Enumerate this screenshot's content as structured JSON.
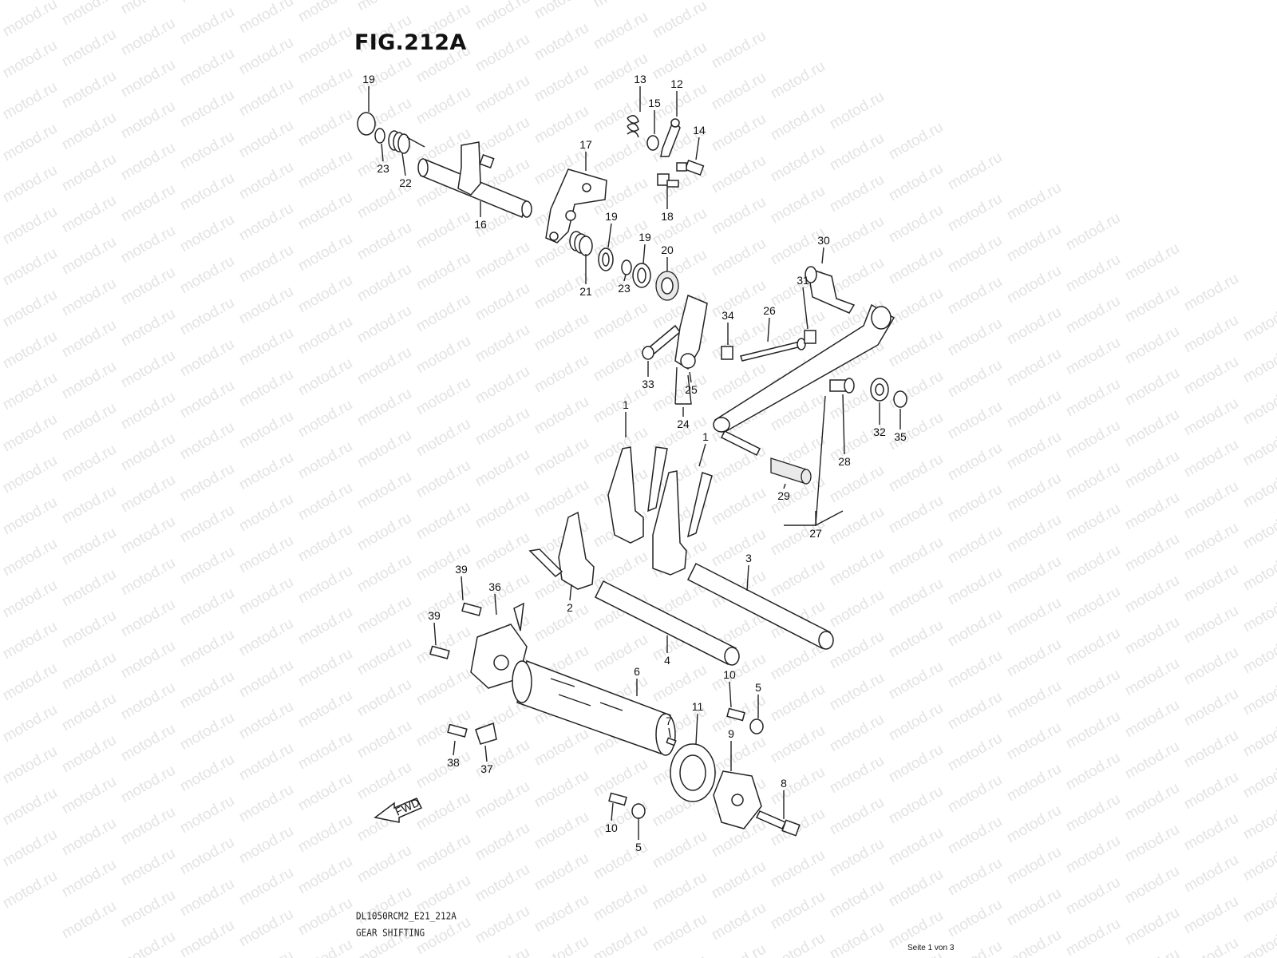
{
  "figure": {
    "title": "FIG.212A"
  },
  "watermark": {
    "text": "motod.ru"
  },
  "footer": {
    "code": "DL1050RCM2_E21_212A",
    "description": "GEAR SHIFTING",
    "page": "Seite 1 von 3"
  },
  "fwd_label": "FWD",
  "callouts": [
    "1",
    "1",
    "2",
    "3",
    "4",
    "5",
    "5",
    "6",
    "7",
    "8",
    "9",
    "10",
    "10",
    "11",
    "12",
    "13",
    "14",
    "15",
    "16",
    "17",
    "18",
    "19",
    "19",
    "19",
    "20",
    "21",
    "22",
    "23",
    "23",
    "24",
    "25",
    "26",
    "27",
    "28",
    "29",
    "30",
    "31",
    "32",
    "33",
    "34",
    "35",
    "36",
    "37",
    "38",
    "39",
    "39"
  ]
}
